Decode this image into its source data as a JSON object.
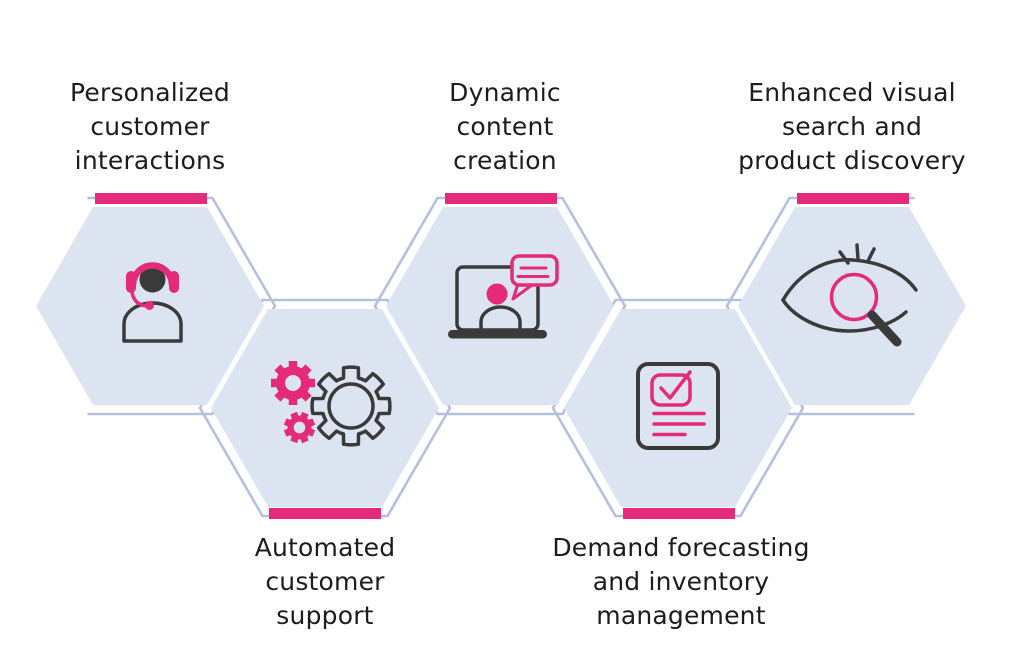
{
  "colors": {
    "accent_pink": "#e42a78",
    "hex_fill": "#dde4f1",
    "hex_outline": "#b4c0dd",
    "icon_dark": "#3a3a3a",
    "text": "#1c1c1c",
    "background": "#ffffff"
  },
  "hexagons": [
    {
      "id": "personalized-customer-interactions",
      "label_lines": [
        "Personalized",
        "customer",
        "interactions"
      ],
      "icon": "headset-agent-icon",
      "row": "top",
      "accent_bar": "above"
    },
    {
      "id": "automated-customer-support",
      "label_lines": [
        "Automated",
        "customer",
        "support"
      ],
      "icon": "gears-icon",
      "row": "bottom",
      "accent_bar": "below"
    },
    {
      "id": "dynamic-content-creation",
      "label_lines": [
        "Dynamic",
        "content",
        "creation"
      ],
      "icon": "laptop-chat-icon",
      "row": "top",
      "accent_bar": "above"
    },
    {
      "id": "demand-forecasting-inventory-management",
      "label_lines": [
        "Demand forecasting",
        "and inventory",
        "management"
      ],
      "icon": "checklist-icon",
      "row": "bottom",
      "accent_bar": "below"
    },
    {
      "id": "enhanced-visual-search-product-discovery",
      "label_lines": [
        "Enhanced visual",
        "search and",
        "product discovery"
      ],
      "icon": "eye-magnifier-icon",
      "row": "top",
      "accent_bar": "above"
    }
  ]
}
